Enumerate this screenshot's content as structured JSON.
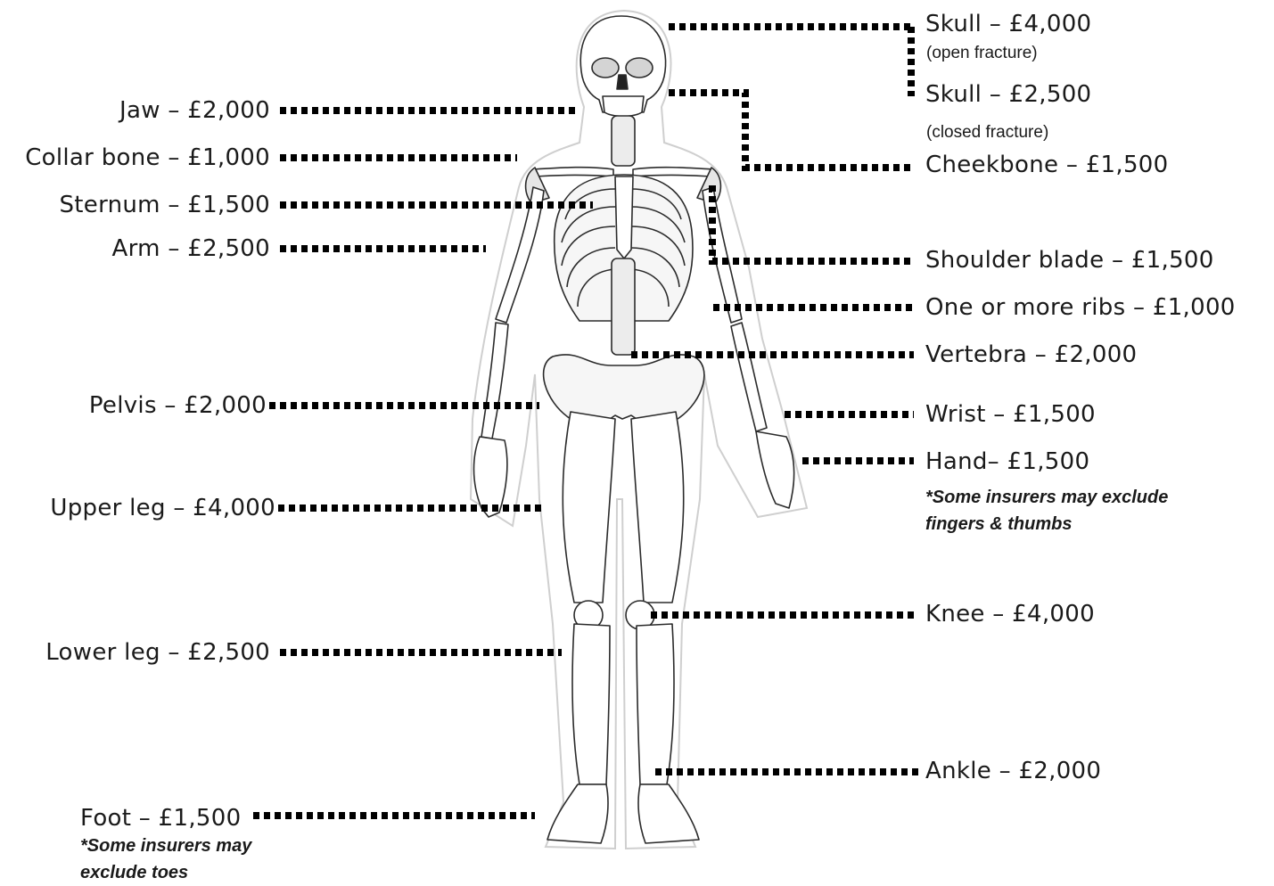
{
  "left_labels": [
    {
      "id": "jaw",
      "text": "Jaw – £2,000"
    },
    {
      "id": "collar-bone",
      "text": "Collar bone – £1,000"
    },
    {
      "id": "sternum",
      "text": "Sternum – £1,500"
    },
    {
      "id": "arm",
      "text": "Arm – £2,500"
    },
    {
      "id": "pelvis",
      "text": "Pelvis – £2,000"
    },
    {
      "id": "upper-leg",
      "text": "Upper leg – £4,000"
    },
    {
      "id": "lower-leg",
      "text": "Lower leg – £2,500"
    },
    {
      "id": "foot",
      "text": "Foot – £1,500"
    }
  ],
  "right_labels": [
    {
      "id": "skull-open",
      "text": "Skull – £4,000"
    },
    {
      "id": "skull-closed",
      "text": "Skull – £2,500"
    },
    {
      "id": "cheekbone",
      "text": "Cheekbone – £1,500"
    },
    {
      "id": "shoulder-blade",
      "text": "Shoulder blade – £1,500"
    },
    {
      "id": "ribs",
      "text": "One or more ribs – £1,000"
    },
    {
      "id": "vertebra",
      "text": "Vertebra – £2,000"
    },
    {
      "id": "wrist",
      "text": "Wrist – £1,500"
    },
    {
      "id": "hand",
      "text": "Hand– £1,500"
    },
    {
      "id": "knee",
      "text": "Knee – £4,000"
    },
    {
      "id": "ankle",
      "text": "Ankle – £2,000"
    }
  ],
  "sublabels": {
    "skull_open": "(open fracture)",
    "skull_closed": "(closed fracture)"
  },
  "notes": {
    "hand": [
      "*Some insurers may exclude",
      "fingers & thumbs"
    ],
    "foot": [
      "*Some insurers may",
      "exclude toes"
    ]
  },
  "colors": {
    "bone_fill": "#ffffff",
    "bone_stroke": "#2b2b2b",
    "bone_shade": "#d4d4d4",
    "outline": "#cfcfcf",
    "leader": "#000000"
  }
}
